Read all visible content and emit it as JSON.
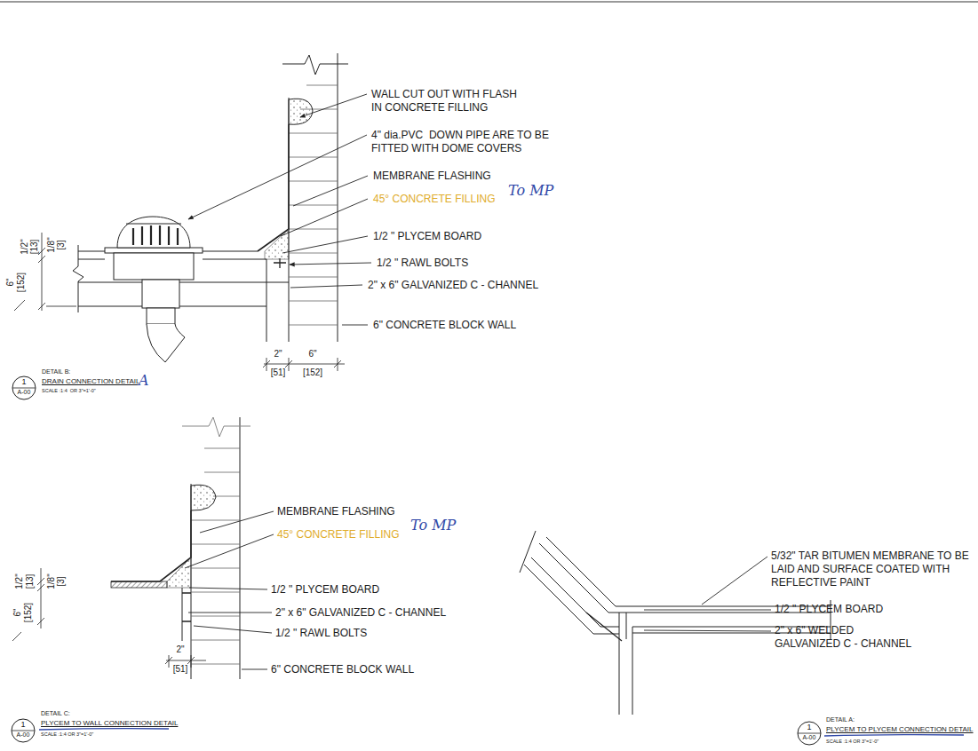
{
  "diagram": {
    "nodes": [
      {
        "text": [
          "1",
          "A-00"
        ]
      },
      {
        "text": [
          "1",
          "A-00"
        ]
      },
      {
        "text": [
          "1",
          "A-00"
        ]
      }
    ],
    "labels": [
      "WALL CUT OUT WITH FLASH IN CONCRETE FILLING",
      "4\" dia.PVC  DOWN PIPE ARE TO BE FITTED WITH DOME COVERS",
      "MEMBRANE FLASHING",
      "45° CONCRETE FILLING",
      "To MP",
      "1/2 \" PLYCEM BOARD",
      "1/2 \" RAWL BOLTS",
      "2\" x 6\" GALVANIZED C - CHANNEL",
      "6\" CONCRETE BLOCK WALL",
      "1/2\"",
      "[13]",
      "1/8\"",
      "[3]",
      "6\"",
      "[152]",
      "2\"",
      "6\"",
      "[51]",
      "[152]",
      "DETAIL B:",
      "DRAIN CONNECTION DETAIL",
      "A",
      "SCALE :1:4  OR 3\"=1'-0\"",
      "MEMBRANE FLASHING",
      "45° CONCRETE FILLING",
      "To MP",
      "1/2 \" PLYCEM BOARD",
      "2\" x 6\" GALVANIZED C - CHANNEL",
      "1/2 \" RAWL BOLTS",
      "1/2\"",
      "[13]",
      "1/8\"",
      "[3]",
      "6\"",
      "[152]",
      "2\"",
      "[51]",
      "6\" CONCRETE BLOCK WALL",
      "DETAIL C:",
      "PLYCEM TO WALL CONNECTION DETAIL",
      "SCALE :1:4 OR 3\"=1'-0\"",
      "5/32\" TAR BITUMEN MEMBRANE TO BE LAID AND SURFACE COATED WITH REFLECTIVE PAINT",
      "1/2 \" PLYCEM BOARD",
      "2\" x 6\" WELDED GALVANIZED C - CHANNEL",
      "DETAIL A:",
      "PLYCEM TO PLYCEM CONNECTION DETAIL",
      "SCALE :1:4 OR 3\"=1'-0\""
    ]
  }
}
